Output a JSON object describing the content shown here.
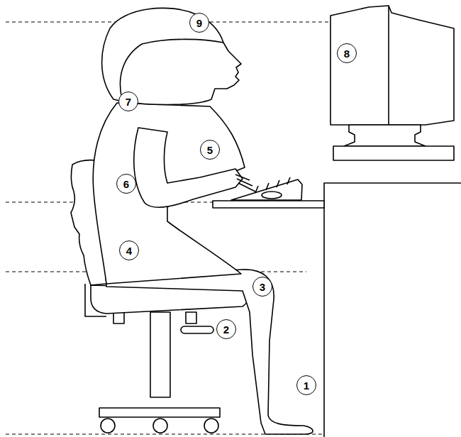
{
  "diagram": {
    "nodes": [
      {
        "text": [
          "9"
        ]
      },
      {
        "text": [
          "8"
        ]
      },
      {
        "text": [
          "7"
        ]
      },
      {
        "text": [
          "5"
        ]
      },
      {
        "text": [
          "6"
        ]
      },
      {
        "text": [
          "4"
        ]
      },
      {
        "text": [
          "3"
        ]
      },
      {
        "text": [
          "2"
        ]
      },
      {
        "text": [
          "1"
        ]
      }
    ]
  }
}
